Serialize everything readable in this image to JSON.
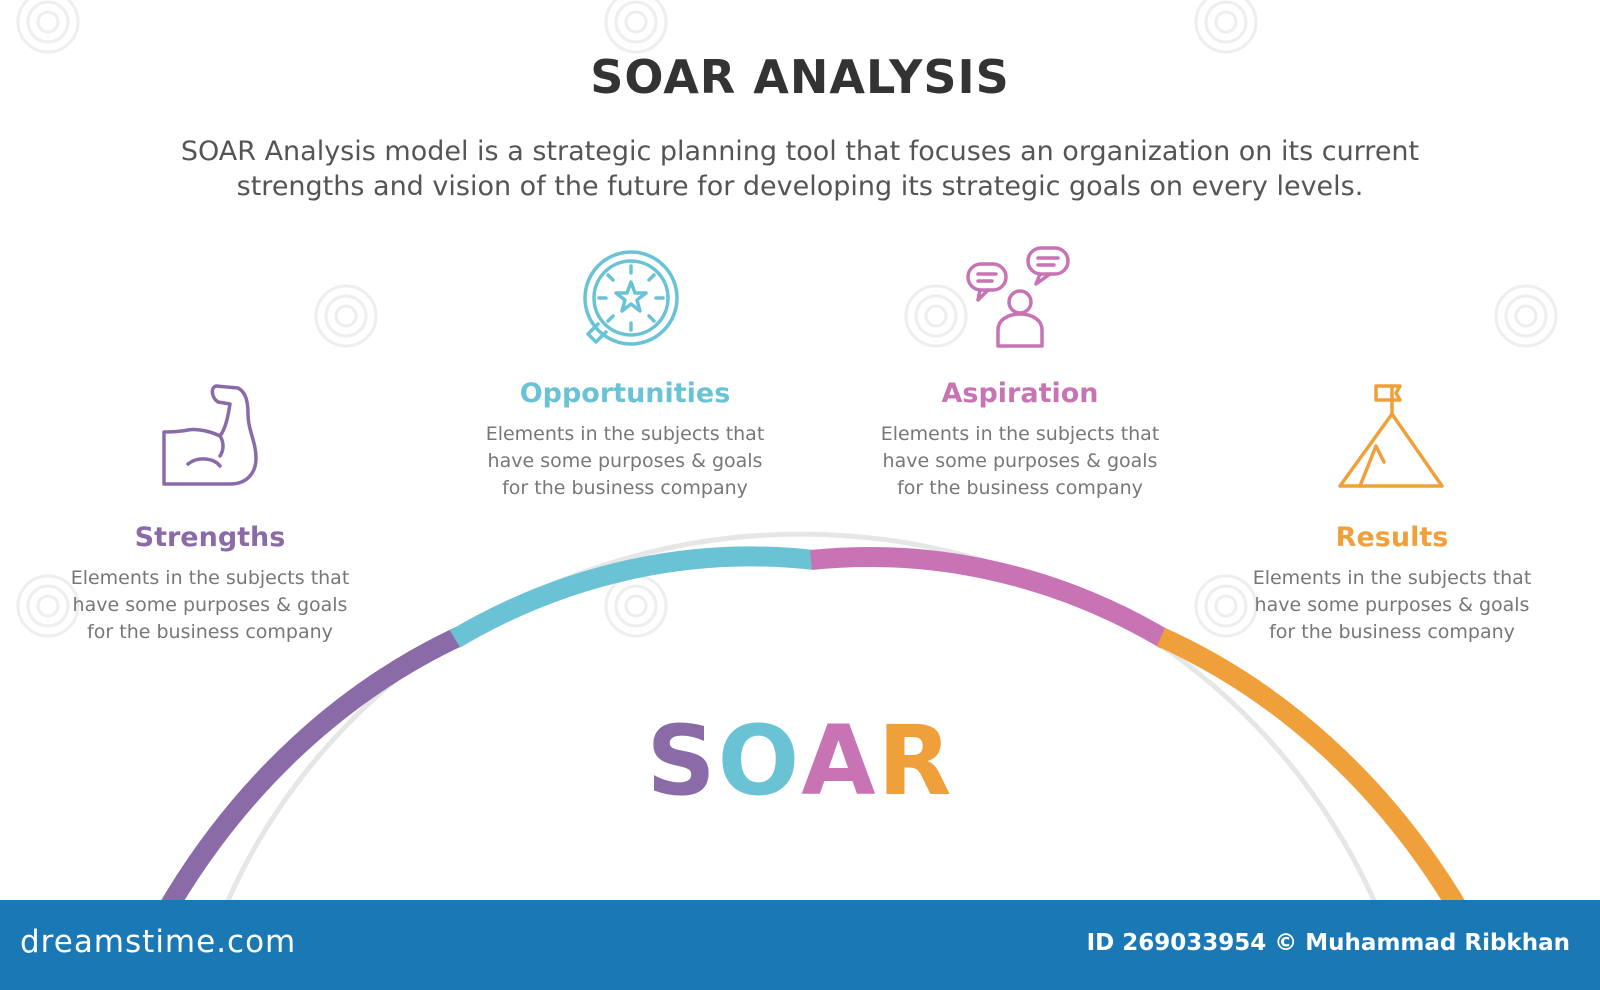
{
  "header": {
    "title": "SOAR ANALYSIS",
    "subtitle_line1": "SOAR Analysis model is a strategic planning tool that focuses an organization on its current",
    "subtitle_line2": "strengths and vision of the future for developing its strategic goals on every levels."
  },
  "items": [
    {
      "title": "Strengths",
      "color": "#8b6aa8",
      "icon": "flexed-arm-icon",
      "desc1": "Elements in the subjects that",
      "desc2": "have  some purposes & goals",
      "desc3": "for the  business company"
    },
    {
      "title": "Opportunities",
      "color": "#6ac3d4",
      "icon": "star-badge-icon",
      "desc1": "Elements in the subjects that",
      "desc2": "have  some purposes & goals",
      "desc3": "for the  business company"
    },
    {
      "title": "Aspiration",
      "color": "#c874b4",
      "icon": "person-speech-icon",
      "desc1": "Elements in the subjects that",
      "desc2": "have  some purposes & goals",
      "desc3": "for the  business company"
    },
    {
      "title": "Results",
      "color": "#f0a03a",
      "icon": "mountain-flag-icon",
      "desc1": "Elements in the subjects that",
      "desc2": "have  some purposes & goals",
      "desc3": "for the  business company"
    }
  ],
  "center_word": {
    "letters": [
      "S",
      "O",
      "A",
      "R"
    ],
    "colors": [
      "#8b6aa8",
      "#6ac3d4",
      "#c874b4",
      "#f0a03a"
    ]
  },
  "footer": {
    "brand": "dreamstime.com",
    "credit": "ID 269033954 © Muhammad Ribkhan",
    "background": "#1a78b4"
  }
}
